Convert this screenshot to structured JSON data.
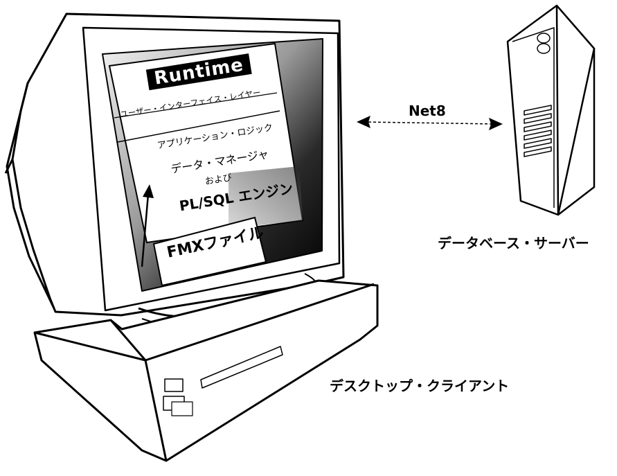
{
  "diagram": {
    "document": {
      "title": "Runtime",
      "layer_ui": "ユーザー・インターフェイス・レイヤー",
      "app_logic": "アプリケーション・ロジック",
      "data_manager": "データ・マネージャ",
      "and_text": "および",
      "plsql_engine": "PL/SQL エンジン"
    },
    "fmx_card": "FMXファイル",
    "connection_label": "Net8",
    "server_label": "データベース・サーバー",
    "client_label": "デスクトップ・クライアント"
  }
}
